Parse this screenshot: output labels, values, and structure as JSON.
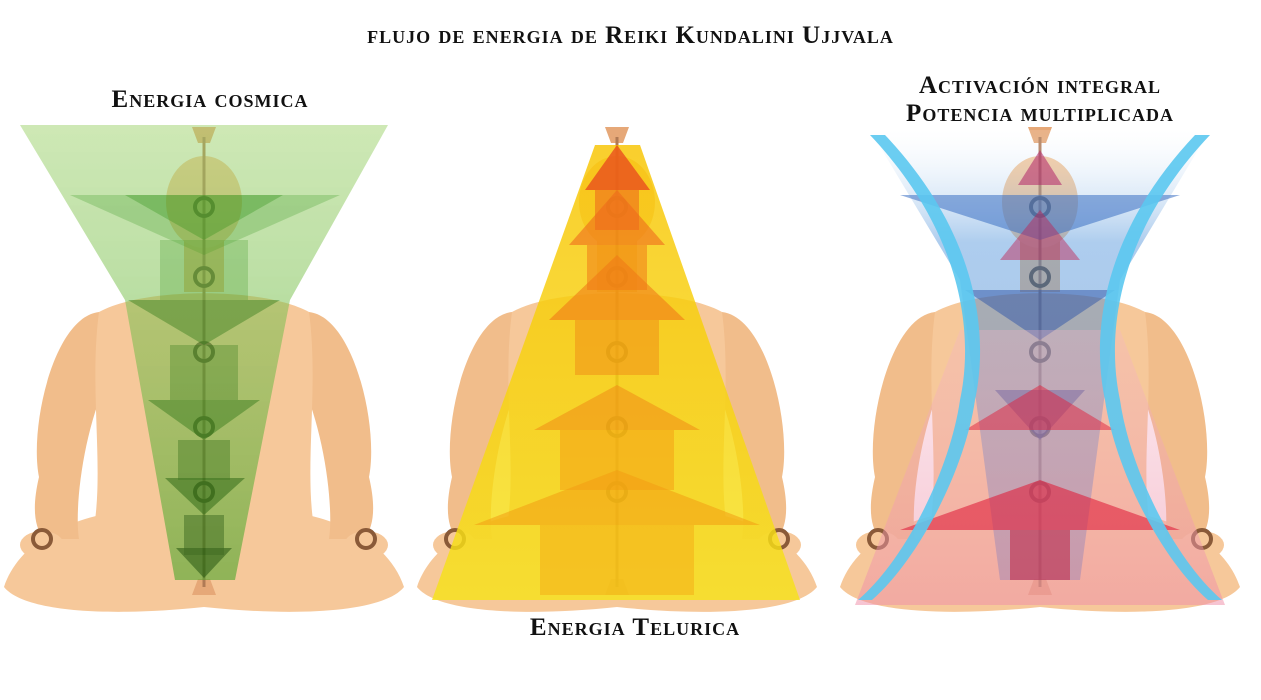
{
  "title": "flujo de energia de Reiki Kundalini Ujjvala",
  "panels": [
    {
      "id": "cosmic",
      "label": "Energia cosmica",
      "flow": "downward",
      "color": "#3e9a22"
    },
    {
      "id": "telluric",
      "label": "Energia Telurica",
      "flow": "upward",
      "colors": [
        "#f6e21a",
        "#f39c12",
        "#e8451e"
      ]
    },
    {
      "id": "integral",
      "label_lines": [
        "Activación integral",
        "Potencia multiplicada"
      ],
      "flow": "both",
      "colors": [
        "#4a90d9",
        "#e0203c",
        "#5bc8ef"
      ]
    }
  ],
  "figure": {
    "skin_color": "#f6c89a",
    "chakra_count": 5
  }
}
